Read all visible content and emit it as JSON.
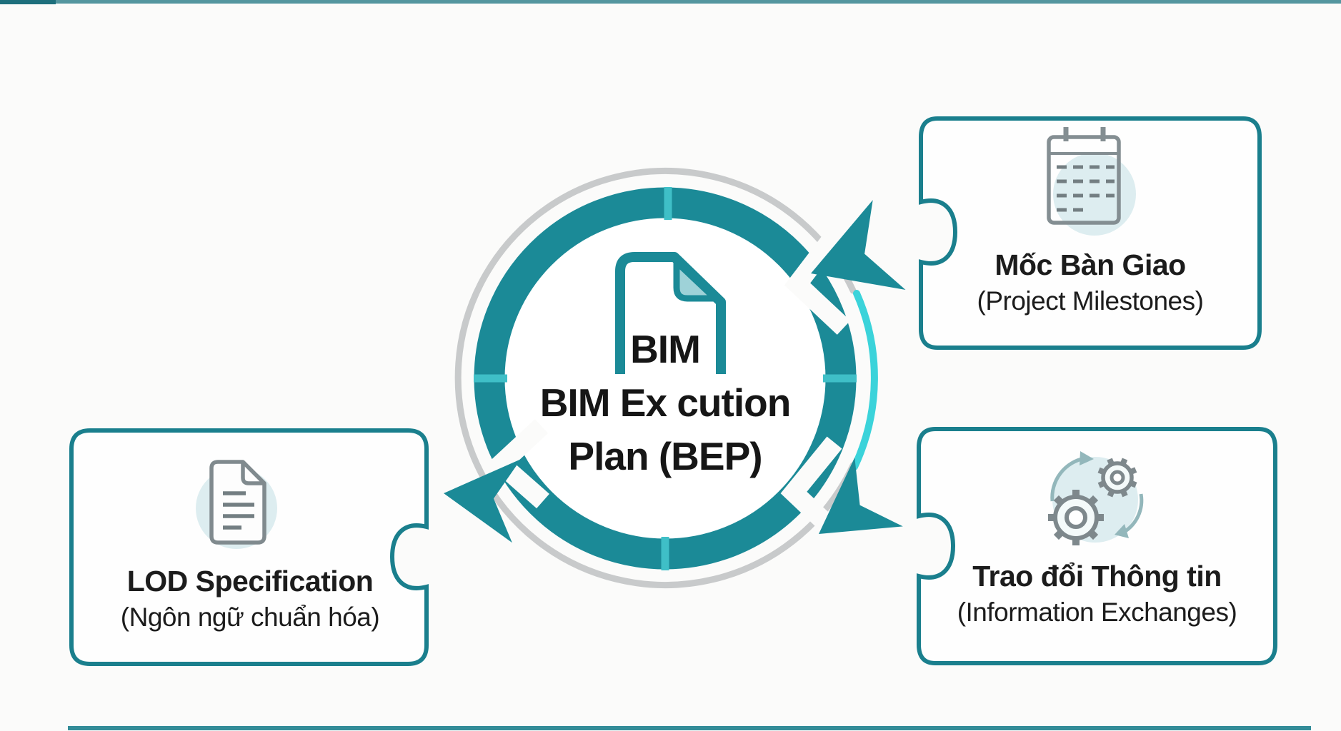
{
  "center": {
    "lines": [
      "BIM",
      "BIM Ex cution",
      "Plan (BEP)"
    ],
    "icon": "document-icon"
  },
  "boxes": {
    "left": {
      "title": "LOD Specification",
      "subtitle": "(Ngôn ngữ chuẩn hóa)",
      "icon": "document-icon"
    },
    "top_right": {
      "title": "Mốc Bàn Giao",
      "subtitle": "(Project Milestones)",
      "icon": "calendar-icon"
    },
    "bottom_right": {
      "title": "Trao đổi Thông tin",
      "subtitle": "(Information Exchanges)",
      "icon": "gears-icon"
    }
  },
  "colors": {
    "teal": "#1b8a97",
    "box_border": "#1a7f8d",
    "divider": "#3fbfc7",
    "cyan_arc": "#3bd3da",
    "gray_arc": "#c8cacb",
    "icon_gray": "#808a8e",
    "icon_blob": "#ddedf0",
    "fold_fill": "#9ed2d8",
    "text": "#1b1b1b"
  }
}
